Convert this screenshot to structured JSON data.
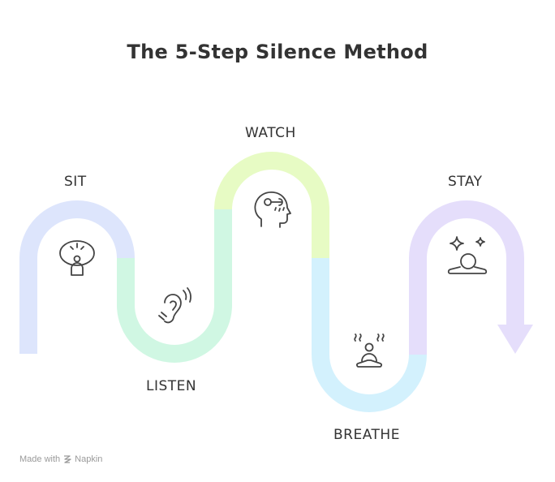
{
  "title": "The 5-Step Silence Method",
  "steps": [
    {
      "label": "SIT",
      "icon": "meditating-person-icon",
      "color": "#dde5fc"
    },
    {
      "label": "LISTEN",
      "icon": "ear-icon",
      "color": "#d0f7e3"
    },
    {
      "label": "WATCH",
      "icon": "head-thought-icon",
      "color": "#e7fbc4"
    },
    {
      "label": "BREATHE",
      "icon": "breathing-person-icon",
      "color": "#d3f1fd"
    },
    {
      "label": "STAY",
      "icon": "sparkle-meditation-icon",
      "color": "#e5defb"
    }
  ],
  "footer": {
    "prefix": "Made with",
    "brand": "Napkin"
  }
}
